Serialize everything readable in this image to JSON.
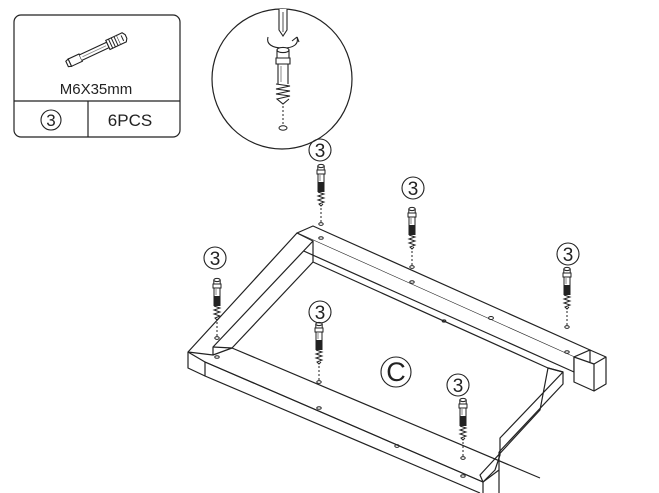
{
  "parts_legend": {
    "size_label": "M6X35mm",
    "part_number": "3",
    "quantity": "6PCS"
  },
  "assembly": {
    "panel_label": "C",
    "callout_number": "3",
    "callouts": [
      "3",
      "3",
      "3",
      "3",
      "3",
      "3"
    ]
  },
  "colors": {
    "line": "#222222",
    "background": "#ffffff"
  },
  "icons": [
    "cam-bolt-icon",
    "screwdriver-icon",
    "dowel-hole-icon"
  ]
}
